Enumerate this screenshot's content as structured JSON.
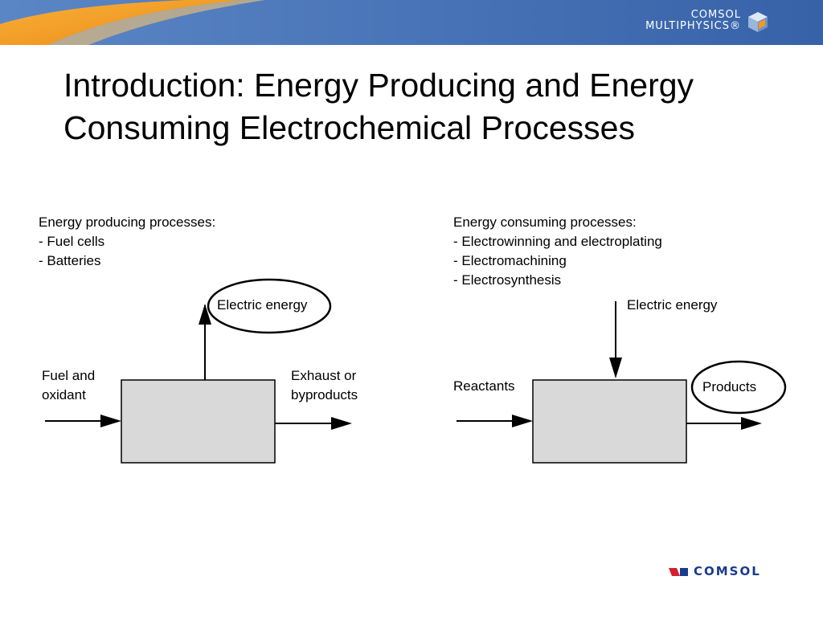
{
  "header": {
    "brand_line1": "COMSOL",
    "brand_line2": "MULTIPHYSICS®"
  },
  "title": {
    "line1": "Introduction: Energy Producing and Energy",
    "line2": "Consuming Electrochemical Processes"
  },
  "left": {
    "heading": "Energy producing processes:",
    "items": [
      "- Fuel cells",
      "- Batteries"
    ],
    "output_label": "Electric energy",
    "input_label_line1": "Fuel and",
    "input_label_line2": "oxidant",
    "exhaust_label_line1": "Exhaust or",
    "exhaust_label_line2": "byproducts"
  },
  "right": {
    "heading": "Energy consuming processes:",
    "items": [
      "- Electrowinning and electroplating",
      "- Electromachining",
      "- Electrosynthesis"
    ],
    "input_label": "Electric energy",
    "reactants_label": "Reactants",
    "products_label": "Products"
  },
  "footer": {
    "logo_text": "COMSOL"
  },
  "colors": {
    "banner_blue": "#3c6bb0",
    "banner_orange": "#f39a1e",
    "box_fill": "#d9d9d9",
    "logo_red": "#d4202e",
    "logo_blue": "#1a3a8c"
  }
}
